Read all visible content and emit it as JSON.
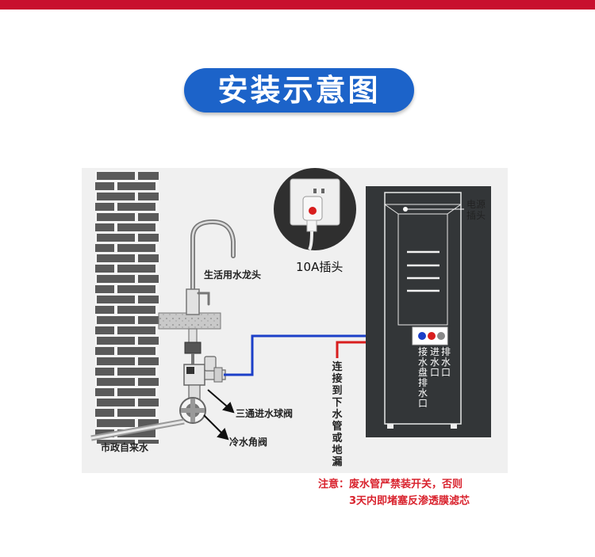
{
  "title": "安装示意图",
  "labels": {
    "faucet": "生活用水龙头",
    "plug": "10A插头",
    "power": [
      "电源",
      "插头"
    ],
    "inlet": "进水口",
    "outlet": "排水口",
    "tray_drain": "接水盘排水口",
    "drain_to": "连接到下水管或地漏",
    "tee_valve": "三通进水球阀",
    "angle_valve": "冷水角阀",
    "city_water": "市政自来水"
  },
  "note": {
    "line1": "注意：废水管严禁装开关，否则",
    "line2": "3天内即堵塞反渗透膜滤芯"
  },
  "colors": {
    "accent_red": "#c8102e",
    "title_blue": "#1c63c9",
    "inlet_pipe": "#1c3fc8",
    "drain_pipe": "#d81e1e",
    "note_red": "#d9232e"
  }
}
